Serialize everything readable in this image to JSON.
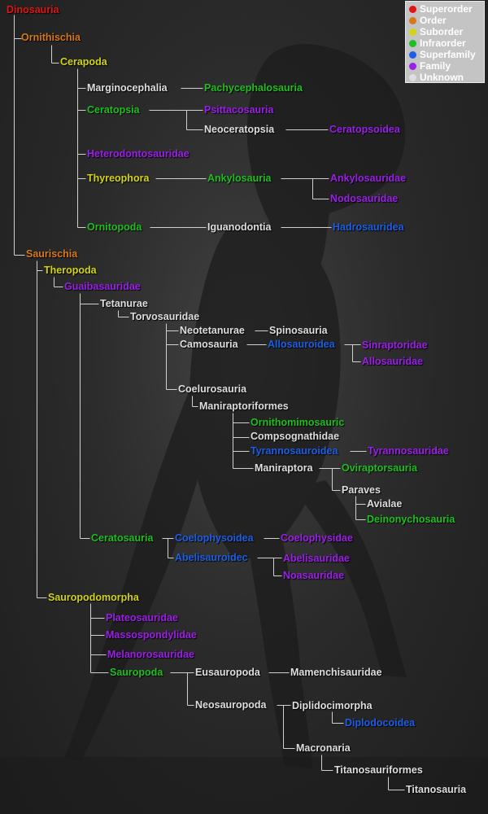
{
  "legend": {
    "items": [
      {
        "rank": "superorder",
        "label": "Superorder",
        "color": "#e01616"
      },
      {
        "rank": "order",
        "label": "Order",
        "color": "#d8781c"
      },
      {
        "rank": "suborder",
        "label": "Suborder",
        "color": "#d4d417"
      },
      {
        "rank": "infraorder",
        "label": "Infraorder",
        "color": "#1fbf1f"
      },
      {
        "rank": "superfamily",
        "label": "Superfamily",
        "color": "#1c5fe6"
      },
      {
        "rank": "family",
        "label": "Family",
        "color": "#9b1fe8"
      },
      {
        "rank": "unknown",
        "label": "Unknown",
        "color": "#dedede"
      }
    ]
  },
  "tree": {
    "dinosauria": {
      "label": "Dinosauria",
      "rank": "superorder"
    },
    "ornithischia": {
      "label": "Ornithischia",
      "rank": "order"
    },
    "cerapoda": {
      "label": "Cerapoda",
      "rank": "suborder"
    },
    "marginocephalia": {
      "label": "Marginocephalia",
      "rank": "unknown"
    },
    "pachycephalosauria": {
      "label": "Pachycephalosauria",
      "rank": "infraorder"
    },
    "ceratopsia": {
      "label": "Ceratopsia",
      "rank": "infraorder"
    },
    "psittacosauria": {
      "label": "Psittacosauria",
      "rank": "family"
    },
    "neoceratopsia": {
      "label": "Neoceratopsia",
      "rank": "unknown"
    },
    "ceratopsoidea": {
      "label": "Ceratopsoidea",
      "rank": "family"
    },
    "heterodontosauridae": {
      "label": "Heterodontosauridae",
      "rank": "family"
    },
    "thyreophora": {
      "label": "Thyreophora",
      "rank": "suborder"
    },
    "ankylosauria": {
      "label": "Ankylosauria",
      "rank": "infraorder"
    },
    "ankylosauridae": {
      "label": "Ankylosauridae",
      "rank": "family"
    },
    "nodosauridae": {
      "label": "Nodosauridae",
      "rank": "family"
    },
    "ornitopoda": {
      "label": "Ornitopoda",
      "rank": "infraorder"
    },
    "iguanodontia": {
      "label": "Iguanodontia",
      "rank": "unknown"
    },
    "hadrosauridea": {
      "label": "Hadrosauridea",
      "rank": "superfamily"
    },
    "saurischia": {
      "label": "Saurischia",
      "rank": "order"
    },
    "theropoda": {
      "label": "Theropoda",
      "rank": "suborder"
    },
    "guaibasauridae": {
      "label": "Guaibasauridae",
      "rank": "family"
    },
    "tetanurae": {
      "label": "Tetanurae",
      "rank": "unknown"
    },
    "torvosauridae": {
      "label": "Torvosauridae",
      "rank": "unknown"
    },
    "neotetanurae": {
      "label": "Neotetanurae",
      "rank": "unknown"
    },
    "spinosauria": {
      "label": "Spinosauria",
      "rank": "unknown"
    },
    "camosauria": {
      "label": "Camosauria",
      "rank": "unknown"
    },
    "allosauroidea": {
      "label": "Allosauroidea",
      "rank": "superfamily"
    },
    "sinraptoridae": {
      "label": "Sinraptoridae",
      "rank": "family"
    },
    "allosauridae": {
      "label": "Allosauridae",
      "rank": "family"
    },
    "coelurosauria": {
      "label": "Coelurosauria",
      "rank": "unknown"
    },
    "maniraptoriformes": {
      "label": "Maniraptoriformes",
      "rank": "unknown"
    },
    "ornithomimosauric": {
      "label": "Ornithomimosauric",
      "rank": "infraorder"
    },
    "compsognathidae": {
      "label": "Compsognathidae",
      "rank": "unknown"
    },
    "tyrannosauroidea": {
      "label": "Tyrannosauroidea",
      "rank": "superfamily"
    },
    "tyrannosauridae": {
      "label": "Tyrannosauridae",
      "rank": "family"
    },
    "maniraptora": {
      "label": "Maniraptora",
      "rank": "unknown"
    },
    "oviraptorsauria": {
      "label": "Oviraptorsauria",
      "rank": "infraorder"
    },
    "paraves": {
      "label": "Paraves",
      "rank": "unknown"
    },
    "avialae": {
      "label": "Avialae",
      "rank": "unknown"
    },
    "deinonychosauria": {
      "label": "Deinonychosauria",
      "rank": "infraorder"
    },
    "ceratosauria": {
      "label": "Ceratosauria",
      "rank": "infraorder"
    },
    "coelophysoidea": {
      "label": "Coelophysoidea",
      "rank": "superfamily"
    },
    "coelophysidae": {
      "label": "Coelophysidae",
      "rank": "family"
    },
    "abelisauroidec": {
      "label": "Abelisauroidec",
      "rank": "superfamily"
    },
    "abelisauridae": {
      "label": "Abelisauridae",
      "rank": "family"
    },
    "noasauridae": {
      "label": "Noasauridae",
      "rank": "family"
    },
    "sauropodomorpha": {
      "label": "Sauropodomorpha",
      "rank": "suborder"
    },
    "plateosauridae": {
      "label": "Plateosauridae",
      "rank": "family"
    },
    "massospondylidae": {
      "label": "Massospondylidae",
      "rank": "family"
    },
    "melanorosauridae": {
      "label": "Melanorosauridae",
      "rank": "family"
    },
    "sauropoda": {
      "label": "Sauropoda",
      "rank": "infraorder"
    },
    "eusauropoda": {
      "label": "Eusauropoda",
      "rank": "unknown"
    },
    "mamenchisauridae": {
      "label": "Mamenchisauridae",
      "rank": "unknown"
    },
    "neosauropoda": {
      "label": "Neosauropoda",
      "rank": "unknown"
    },
    "diplidocimorpha": {
      "label": "Diplidocimorpha",
      "rank": "unknown"
    },
    "diplodocoidea": {
      "label": "Diplodocoidea",
      "rank": "superfamily"
    },
    "macronaria": {
      "label": "Macronaria",
      "rank": "unknown"
    },
    "titanosauriformes": {
      "label": "Titanosauriformes",
      "rank": "unknown"
    },
    "titanosauria": {
      "label": "Titanosauria",
      "rank": "unknown"
    }
  }
}
